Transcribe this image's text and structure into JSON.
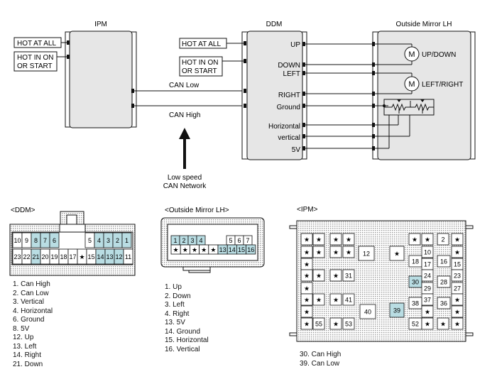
{
  "modules": {
    "ipm": "IPM",
    "ddm": "DDM",
    "mirror": "Outside Mirror LH"
  },
  "power_labels": {
    "hot_at_all": "HOT AT ALL",
    "hot_in_on_1": "HOT IN ON",
    "hot_in_on_2": "OR START"
  },
  "bus_labels": {
    "can_low": "CAN Low",
    "can_high": "CAN High"
  },
  "network": {
    "line1": "Low speed",
    "line2": "CAN Network"
  },
  "ddm_pins": {
    "up": "UP",
    "down": "DOWN",
    "left": "LEFT",
    "right": "RIGHT",
    "ground": "Ground",
    "horizontal": "Horizontal",
    "vertical": "vertical",
    "v5": "5V"
  },
  "motor_labels": {
    "motor_symbol": "M",
    "updown": "UP/DOWN",
    "leftright": "LEFT/RIGHT"
  },
  "connectors": {
    "ddm": {
      "title": "<DDM>",
      "top_row": [
        "10",
        "9",
        "8",
        "7",
        "6",
        "5",
        "4",
        "3",
        "2",
        "1"
      ],
      "bottom_row": [
        "23",
        "22",
        "21",
        "20",
        "19",
        "18",
        "17",
        "★",
        "15",
        "14",
        "13",
        "12",
        "11"
      ],
      "legend": [
        "1. Can High",
        "2. Can Low",
        "3. Vertical",
        "4. Horizontal",
        "6. Ground",
        "8. 5V",
        "12. Up",
        "13. Left",
        "14. Right",
        "21. Down"
      ]
    },
    "mirror": {
      "title": "<Outside Mirror LH>",
      "top_row": [
        "1",
        "2",
        "3",
        "4",
        "5",
        "6",
        "7"
      ],
      "bottom_row": [
        "★",
        "★",
        "★",
        "★",
        "★",
        "13",
        "14",
        "15",
        "16"
      ],
      "legend": [
        "1. Up",
        "2. Down",
        "3. Left",
        "4. Right",
        "13. 5V",
        "14. Ground",
        "15. Horizontal",
        "16. Vertical"
      ]
    },
    "ipm": {
      "title": "<IPM>",
      "star": "★",
      "pins": [
        "12",
        "10",
        "2",
        "18",
        "17",
        "16",
        "15",
        "31",
        "24",
        "23",
        "30",
        "29",
        "28",
        "27",
        "41",
        "38",
        "37",
        "36",
        "40",
        "39",
        "55",
        "53",
        "52"
      ],
      "legend": [
        "30. Can High",
        "39. Can Low"
      ]
    }
  },
  "colors": {
    "highlight": "#b9dde3",
    "module_fill": "#e6e6e6",
    "line": "#111111"
  }
}
